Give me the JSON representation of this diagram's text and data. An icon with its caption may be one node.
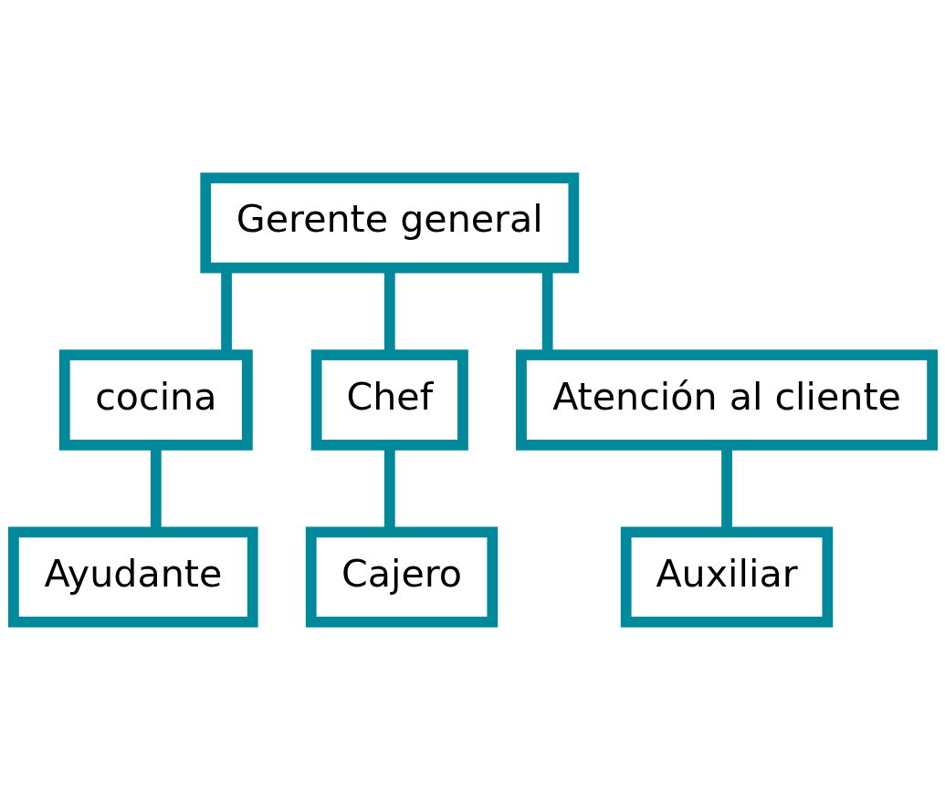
{
  "diagram": {
    "nodes": [
      {
        "text": [
          "Gerente general"
        ]
      },
      {
        "text": [
          "cocina"
        ]
      },
      {
        "text": [
          "Chef"
        ]
      },
      {
        "text": [
          "Atención al cliente"
        ]
      },
      {
        "text": [
          "Ayudante"
        ]
      },
      {
        "text": [
          "Cajero"
        ]
      },
      {
        "text": [
          "Auxiliar"
        ]
      }
    ],
    "edges": [
      {
        "from": 0,
        "to": 1,
        "arrow": "none"
      },
      {
        "from": 0,
        "to": 2,
        "arrow": "none"
      },
      {
        "from": 0,
        "to": 3,
        "arrow": "none"
      },
      {
        "from": 1,
        "to": 4,
        "arrow": "none"
      },
      {
        "from": 2,
        "to": 5,
        "arrow": "none"
      },
      {
        "from": 3,
        "to": 6,
        "arrow": "none"
      }
    ]
  }
}
